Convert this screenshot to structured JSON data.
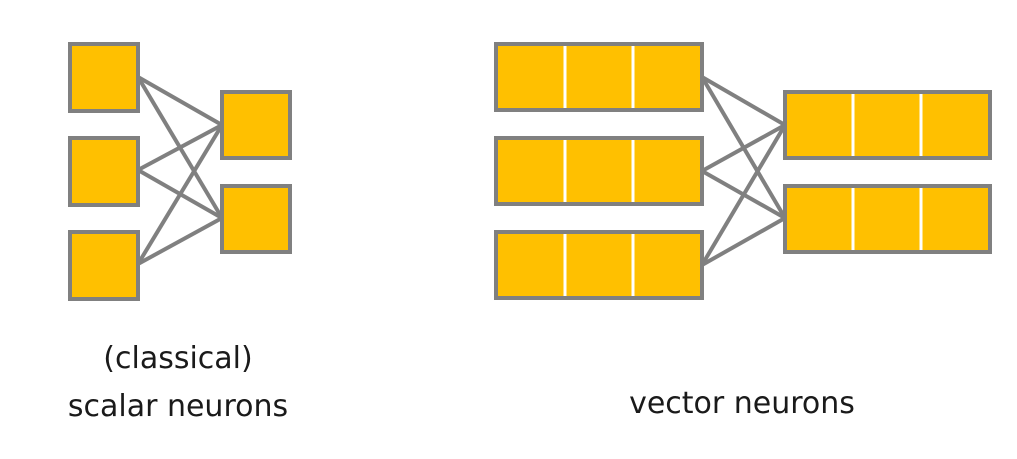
{
  "diagram": {
    "colors": {
      "neuron_fill": "#FFC000",
      "neuron_border": "#808080",
      "connection": "#808080",
      "segment_divider": "#ffffff"
    },
    "scalar_panel": {
      "caption_line1": "(classical)",
      "caption_line2": "scalar neurons",
      "input_neurons": 3,
      "output_neurons": 2,
      "components_per_neuron": 1
    },
    "vector_panel": {
      "caption": "vector neurons",
      "input_neurons": 3,
      "output_neurons": 2,
      "components_per_neuron": 3
    }
  }
}
